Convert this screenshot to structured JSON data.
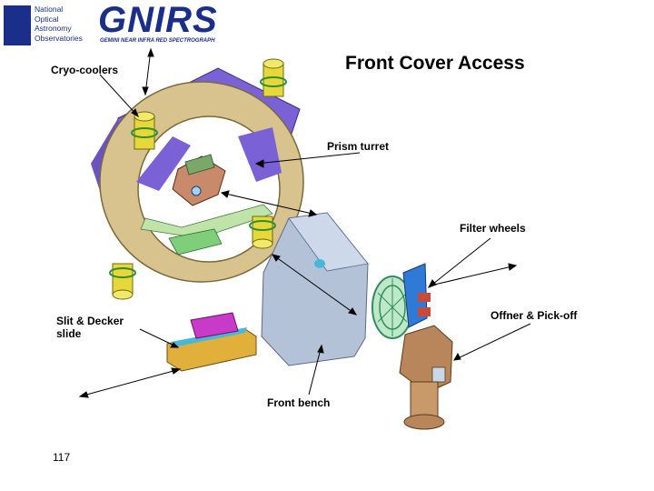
{
  "logo": {
    "org_lines": "National\nOptical\nAstronomy\nObservatories",
    "instrument": "GNIRS",
    "instrument_sub": "GEMINI NEAR INFRA RED SPECTROGRAPH"
  },
  "title": "Front Cover Access",
  "labels": {
    "cryo_coolers": "Cryo-coolers",
    "prism_turret": "Prism turret",
    "filter_wheels": "Filter wheels",
    "offner_pickoff": "Offner & Pick-off",
    "slit_decker": "Slit & Decker\nslide",
    "front_bench": "Front bench"
  },
  "page_number": "117",
  "colors": {
    "brand": "#1a2f8a",
    "housing": "#d8c38f",
    "purple": "#7b61d6",
    "bench": "#b4c2d8",
    "green": "#7fcf7a",
    "yellow": "#e6d83a",
    "magenta": "#c83ac8",
    "bronze": "#b8865a"
  }
}
